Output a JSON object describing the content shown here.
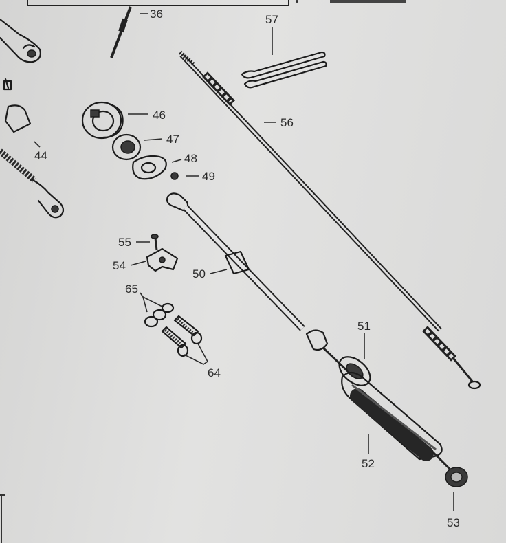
{
  "callouts": {
    "c36": "36",
    "c57": "57",
    "c56": "56",
    "c46": "46",
    "c47": "47",
    "c44": "44",
    "c48": "48",
    "c49": "49",
    "c55": "55",
    "c54": "54",
    "c50": "50",
    "c65": "65",
    "c51": "51",
    "c64": "64",
    "c52": "52",
    "c53": "53"
  }
}
